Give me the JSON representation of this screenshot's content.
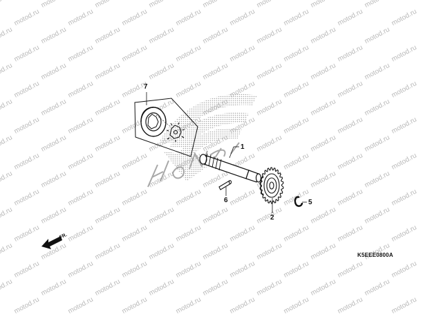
{
  "watermark": {
    "text": "motod.ru"
  },
  "callouts": [
    {
      "id": "7",
      "label": "7"
    },
    {
      "id": "1",
      "label": "1"
    },
    {
      "id": "6",
      "label": "6"
    },
    {
      "id": "2",
      "label": "2"
    },
    {
      "id": "5",
      "label": "5"
    }
  ],
  "direction_label": "FR.",
  "diagram_code": "K5EEE0800A",
  "colors": {
    "ink": "#111111",
    "watermark": "#b9b9b9",
    "logo_halftone": "#9a9a9a"
  }
}
